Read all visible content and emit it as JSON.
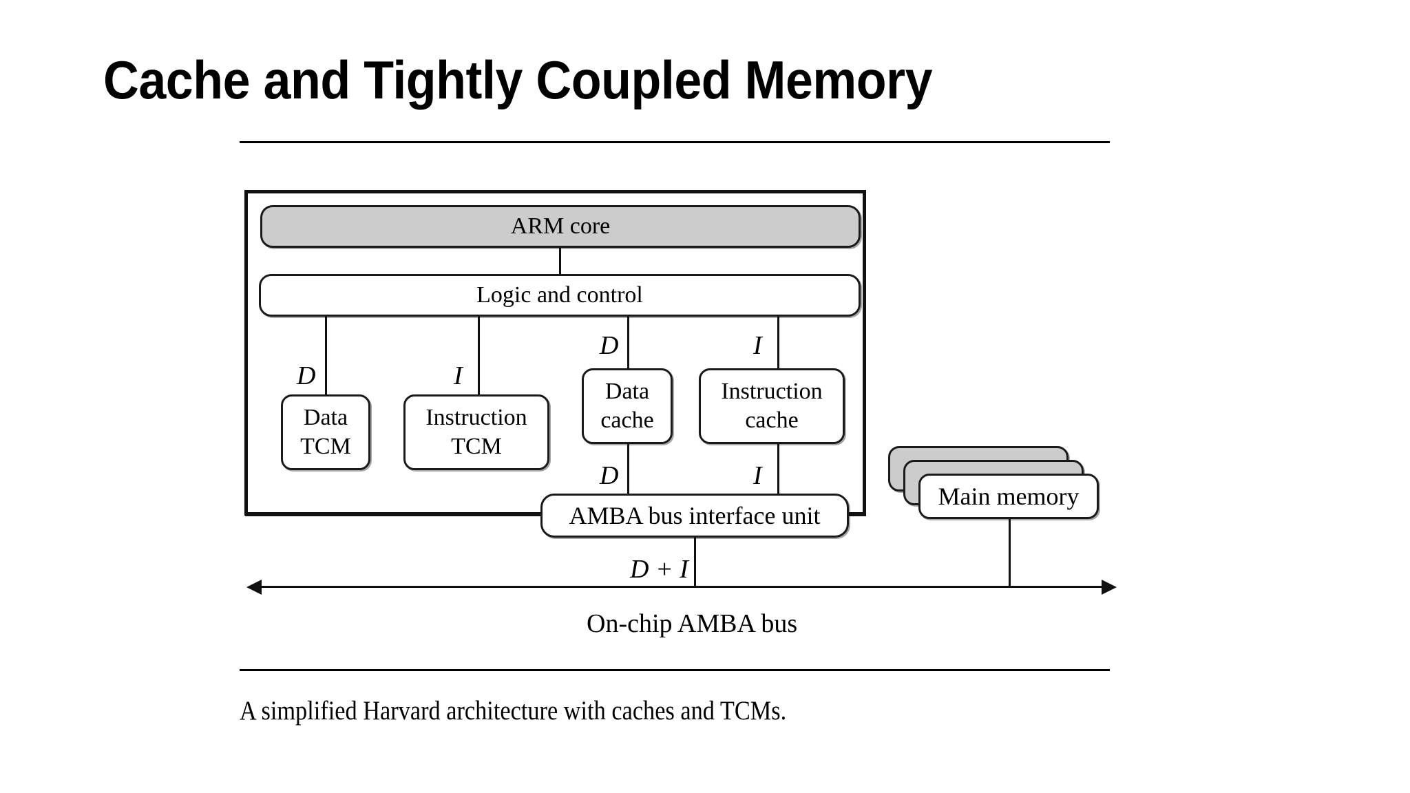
{
  "slide": {
    "title": "Cache and Tightly Coupled Memory",
    "caption": "A simplified Harvard architecture with caches and TCMs."
  },
  "diagram": {
    "type": "block-diagram",
    "chip_boundary_label": "",
    "nodes": {
      "arm_core": {
        "label": "ARM core",
        "fill": "#cccccc"
      },
      "logic_control": {
        "label": "Logic and control",
        "fill": "#ffffff"
      },
      "data_tcm": {
        "line1": "Data",
        "line2": "TCM",
        "fill": "#ffffff"
      },
      "instruction_tcm": {
        "line1": "Instruction",
        "line2": "TCM",
        "fill": "#ffffff"
      },
      "data_cache": {
        "line1": "Data",
        "line2": "cache",
        "fill": "#ffffff"
      },
      "instruction_cache": {
        "line1": "Instruction",
        "line2": "cache",
        "fill": "#ffffff"
      },
      "amba_biu": {
        "label": "AMBA bus interface unit",
        "fill": "#ffffff"
      },
      "main_memory": {
        "label": "Main memory",
        "fill": "#ffffff",
        "stack_fill": "#cccccc",
        "stack_count": 3
      }
    },
    "signal_labels": {
      "data_tcm_link": "D",
      "instruction_tcm_link": "I",
      "data_cache_upper": "D",
      "instruction_cache_upper": "I",
      "data_cache_lower": "D",
      "instruction_cache_lower": "I",
      "bus_link": "D + I"
    },
    "bus": {
      "label": "On-chip AMBA bus",
      "arrow": "double-headed"
    },
    "colors": {
      "stroke": "#111111",
      "shade": "#cccccc",
      "background": "#ffffff"
    }
  }
}
